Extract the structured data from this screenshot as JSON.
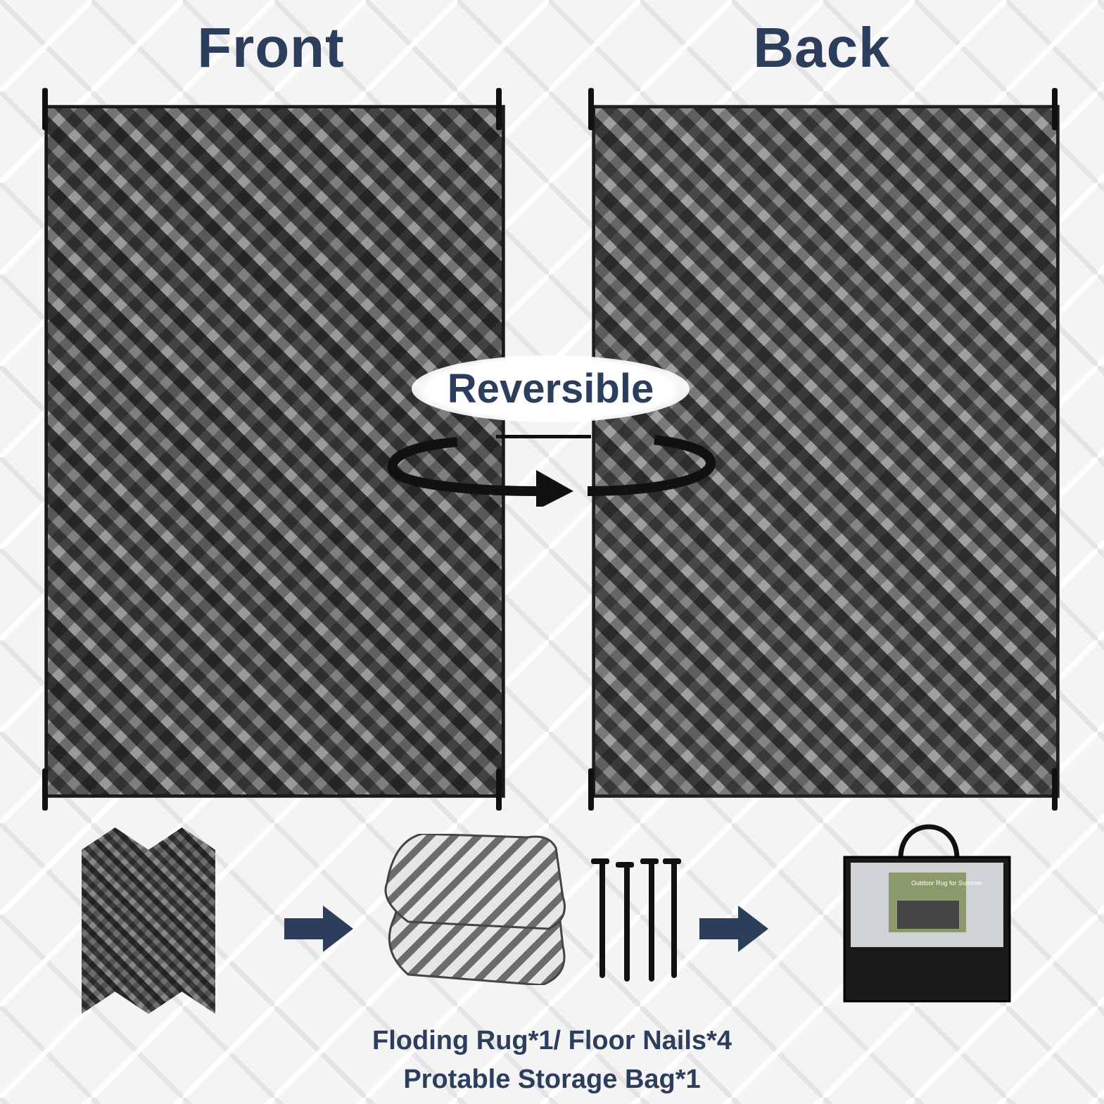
{
  "headings": {
    "front": "Front",
    "back": "Back"
  },
  "badge": {
    "text": "Reversible"
  },
  "bag_label": "Outdoor Rug for Summer",
  "caption": {
    "line1": "Floding Rug*1/ Floor Nails*4",
    "line2": "Protable Storage Bag*1"
  },
  "colors": {
    "heading": "#2d3d5c",
    "arrow": "#2d3d5c",
    "rug_dark": "#555555",
    "rug_light": "#ffffff"
  },
  "icons": [
    "rotate-arrow-icon",
    "right-arrow-icon",
    "right-arrow-icon"
  ]
}
